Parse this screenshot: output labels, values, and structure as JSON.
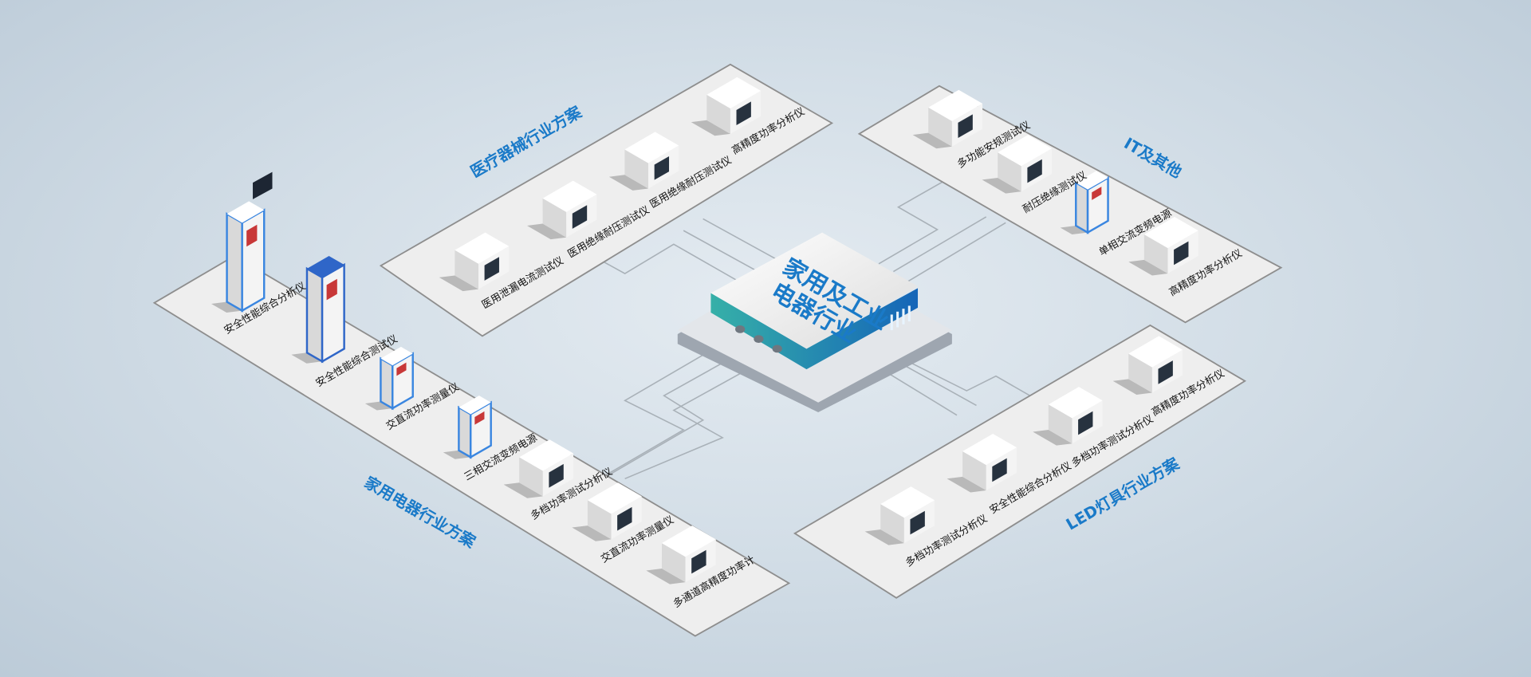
{
  "colors": {
    "accent": "#1a7ac8",
    "platform": "#eeeeee",
    "line": "#a9b1b8"
  },
  "center": {
    "line1": "家用及工业",
    "line2": "电器行业"
  },
  "sections": {
    "household": {
      "title": "家用电器行业方案",
      "items": [
        "安全性能综合分析仪",
        "安全性能综合测试仪",
        "交直流功率测量仪",
        "三相交流变频电源",
        "多档功率测试分析仪",
        "交直流功率测量仪",
        "多通道高精度功率计"
      ]
    },
    "medical": {
      "title": "医疗器械行业方案",
      "items": [
        "医用泄漏电流测试仪",
        "医用绝缘耐压测试仪",
        "医用绝缘耐压测试仪",
        "高精度功率分析仪"
      ]
    },
    "it": {
      "title": "IT及其他",
      "items": [
        "多功能安规测试仪",
        "耐压绝缘测试仪",
        "单相交流变频电源",
        "高精度功率分析仪"
      ]
    },
    "led": {
      "title": "LED灯具行业方案",
      "items": [
        "多档功率测试分析仪",
        "安全性能综合分析仪",
        "多档功率测试分析仪",
        "高精度功率分析仪"
      ]
    }
  }
}
